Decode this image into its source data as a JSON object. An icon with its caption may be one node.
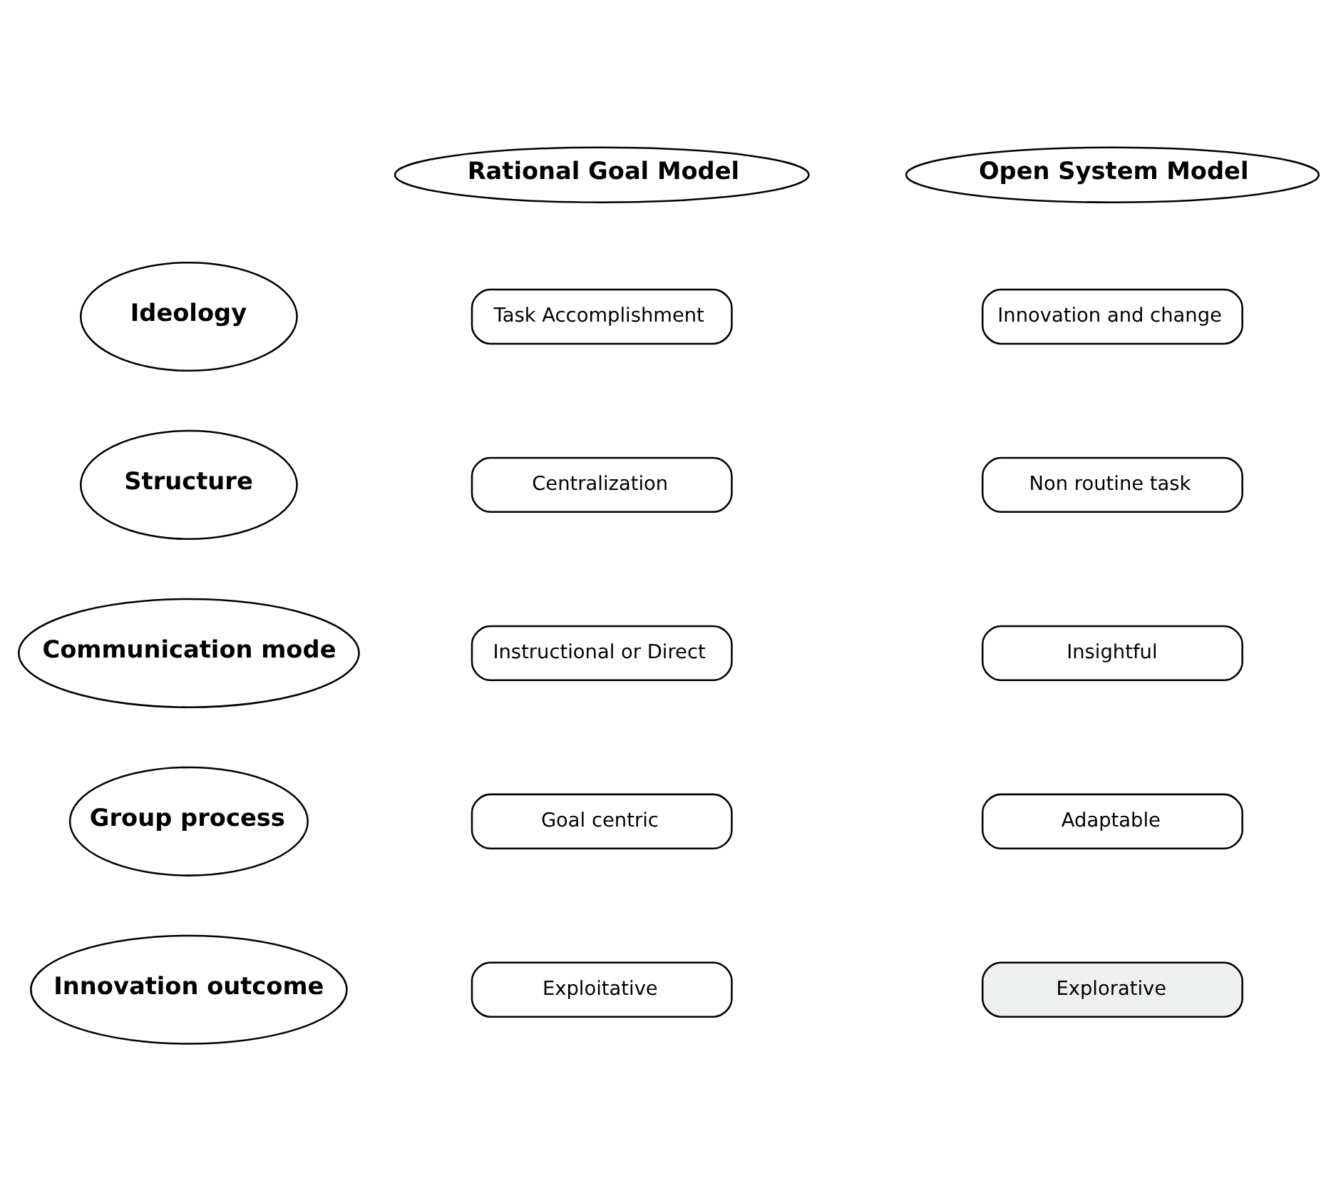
{
  "diagram": {
    "nodes": [
      {
        "text": [
          "Rational Goal Model"
        ]
      },
      {
        "text": [
          "Open System Model"
        ]
      },
      {
        "text": [
          "Ideology"
        ]
      },
      {
        "text": [
          "Task Accomplishment"
        ]
      },
      {
        "text": [
          "Innovation and change"
        ]
      },
      {
        "text": [
          "Structure"
        ]
      },
      {
        "text": [
          "Centralization"
        ]
      },
      {
        "text": [
          "Non routine task"
        ]
      },
      {
        "text": [
          "Communication mode"
        ]
      },
      {
        "text": [
          "Instructional or Direct"
        ]
      },
      {
        "text": [
          "Insightful"
        ]
      },
      {
        "text": [
          "Group process"
        ]
      },
      {
        "text": [
          "Goal centric"
        ]
      },
      {
        "text": [
          "Adaptable"
        ]
      },
      {
        "text": [
          "Innovation outcome"
        ]
      },
      {
        "text": [
          "Exploitative"
        ]
      },
      {
        "text": [
          "Explorative"
        ]
      }
    ],
    "edges": []
  }
}
